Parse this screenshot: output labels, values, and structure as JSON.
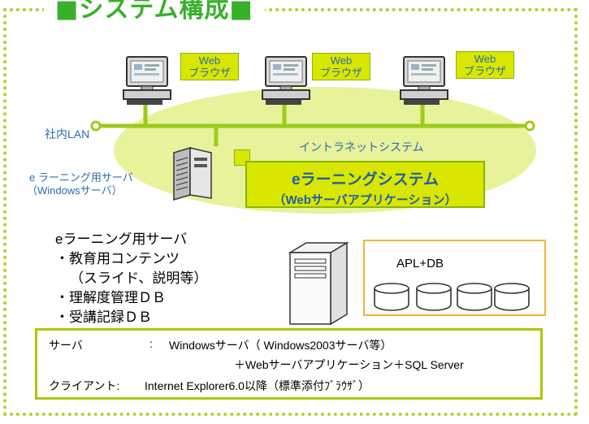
{
  "title": "■システム構成■",
  "colors": {
    "accent_green": "#39b02a",
    "lime": "#d9e600",
    "border": "#b5cf2a",
    "ellipse": "#e8f29a",
    "blue_text": "#2a6bb0",
    "db_orange": "#f2b33b"
  },
  "browser_label_line1": "Web",
  "browser_label_line2": "ブラウザ",
  "lan_label": "社内LAN",
  "intranet_label": "イントラネットシステム",
  "server_label_line1": "e ラーニング用サーバ",
  "server_label_line2": "（Windowsサーバ）",
  "elearning_title": "eラーニングシステム",
  "elearning_subtitle": "（Webサーバアプリケーション）",
  "contents_list": [
    "eラーニング用サーバ",
    "・教育用コンテンツ",
    "（スライド、説明等）",
    "・理解度管理ＤＢ",
    "・受講記録ＤＢ"
  ],
  "apl_label": "APL+DB",
  "spec": {
    "server_key": "サーバ",
    "server_sep": ":",
    "server_line1": "Windowsサーバ（ Windows2003サーバ等）",
    "server_line2": "＋Webサーバアプリケーション＋SQL Server",
    "client_key": "クライアント:",
    "client_value": "Internet Explorer6.0以降（標準添付ﾌﾞﾗｳｻﾞ）"
  },
  "icons": [
    "pc-icon",
    "server-tower-icon",
    "database-icon"
  ]
}
